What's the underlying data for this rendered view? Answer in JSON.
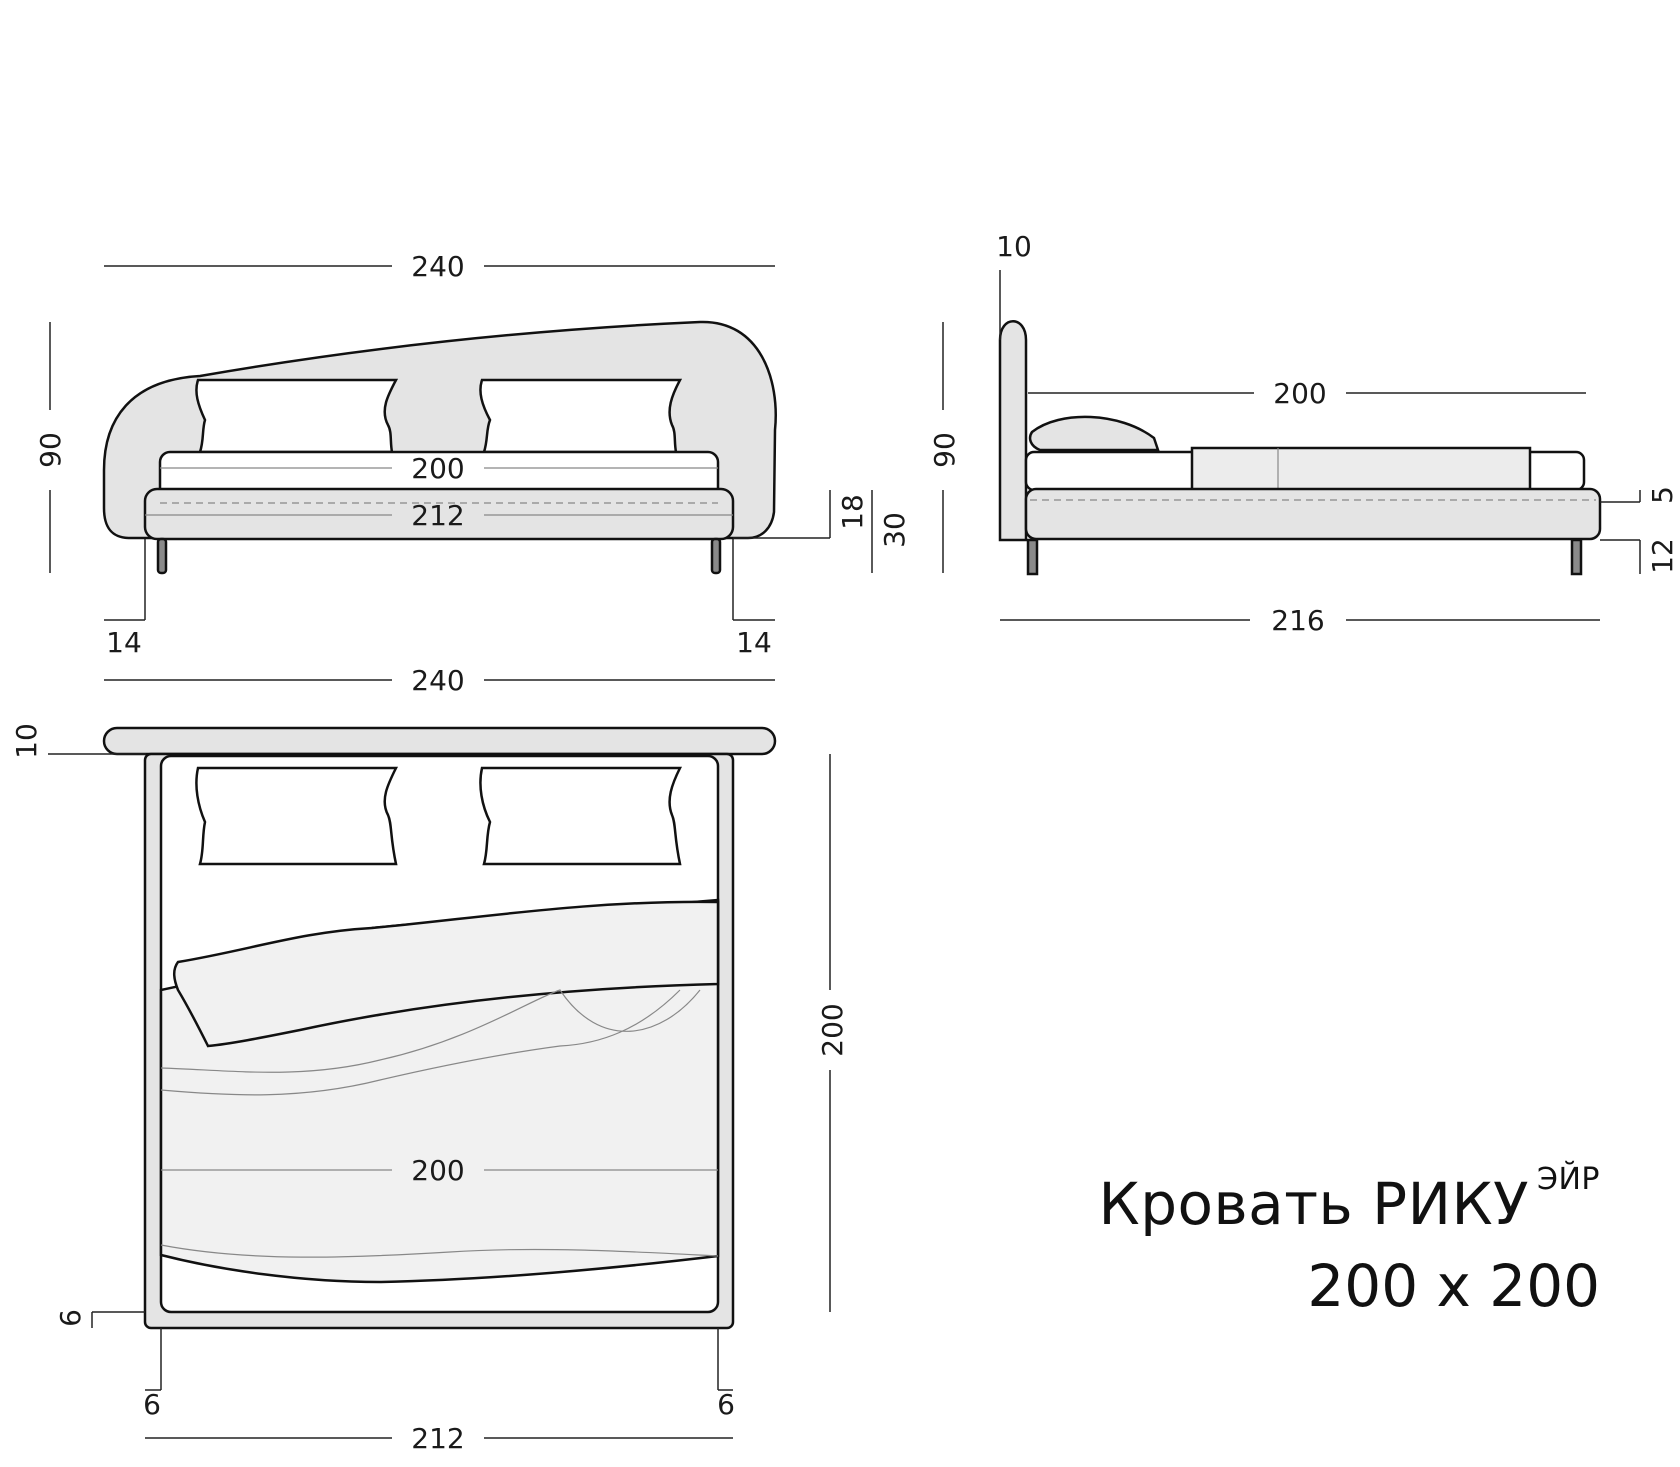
{
  "title": {
    "name": "Кровать РИКУ",
    "superscript": "ЭЙР",
    "size": "200 x 200"
  },
  "front_view": {
    "width_top": "240",
    "height": "90",
    "mattress_width": "200",
    "frame_width": "212",
    "mattress_height": "18",
    "bed_height": "30",
    "offset_left": "14",
    "offset_right": "14"
  },
  "side_view": {
    "headboard_thickness": "10",
    "height": "90",
    "mattress_length": "200",
    "mattress_offset": "5",
    "leg_height": "12",
    "length": "216"
  },
  "top_view": {
    "width_top": "240",
    "headboard_thickness": "10",
    "length": "200",
    "mattress_width": "200",
    "frame_offset": "6",
    "offset_left": "6",
    "offset_right": "6",
    "frame_width": "212"
  },
  "colors": {
    "upholstery": "#e4e4e4",
    "linen": "#f1f1f1",
    "outline": "#111111",
    "leg": "#8a8a8a"
  }
}
